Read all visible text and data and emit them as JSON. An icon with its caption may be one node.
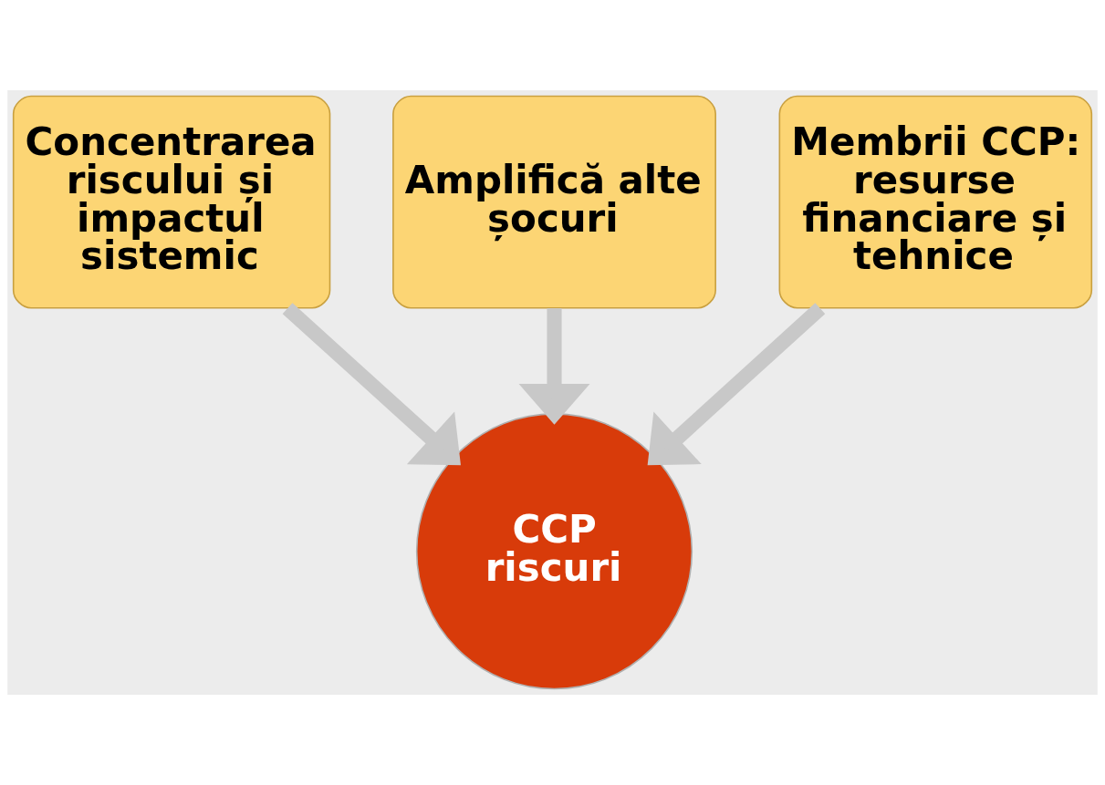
{
  "diagram": {
    "nodes": [
      {
        "text": [
          "Amplifică alte șocuri"
        ]
      },
      {
        "text": [
          "Concentrarea riscului și impactul sistemic"
        ]
      },
      {
        "text": [
          "Membrii CCP: resurse financiare și tehnice"
        ]
      },
      {
        "text": [
          "CCP riscuri"
        ]
      }
    ],
    "edges": [
      {
        "from": 1,
        "to": 3,
        "arrow": "to"
      },
      {
        "from": 0,
        "to": 3,
        "arrow": "to"
      },
      {
        "from": 2,
        "to": 3,
        "arrow": "to"
      }
    ]
  }
}
